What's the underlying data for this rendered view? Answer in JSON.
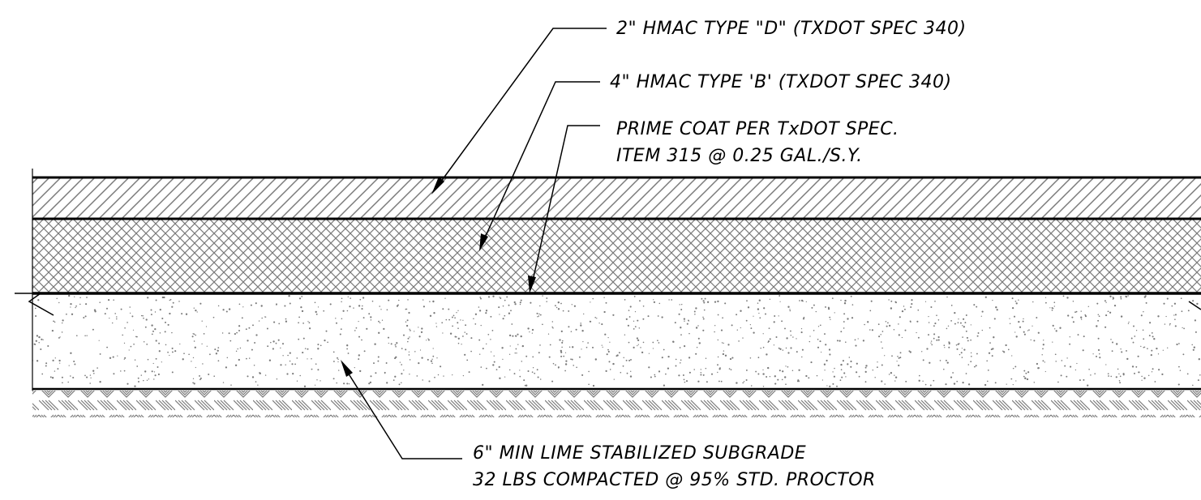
{
  "labels": {
    "hmac_d": "2\" HMAC TYPE \"D\" (TXDOT SPEC 340)",
    "hmac_b": "4\" HMAC TYPE 'B' (TXDOT SPEC 340)",
    "prime_coat_line1": "PRIME COAT PER TxDOT SPEC.",
    "prime_coat_line2": "ITEM 315 @ 0.25 GAL./S.Y.",
    "subgrade_line1": "6\" MIN LIME STABILIZED SUBGRADE",
    "subgrade_line2": "32 LBS COMPACTED @ 95% STD. PROCTOR"
  },
  "layers": [
    {
      "id": "hmac-type-d",
      "pattern": "diagonal-hatch"
    },
    {
      "id": "hmac-type-b",
      "pattern": "cross-hatch"
    },
    {
      "id": "lime-stabilized-subgrade",
      "pattern": "stipple"
    },
    {
      "id": "natural-subgrade",
      "pattern": "earth-hatch"
    }
  ],
  "colors": {
    "line": "#000000",
    "hatch": "#7a7a7a",
    "background": "#ffffff"
  }
}
